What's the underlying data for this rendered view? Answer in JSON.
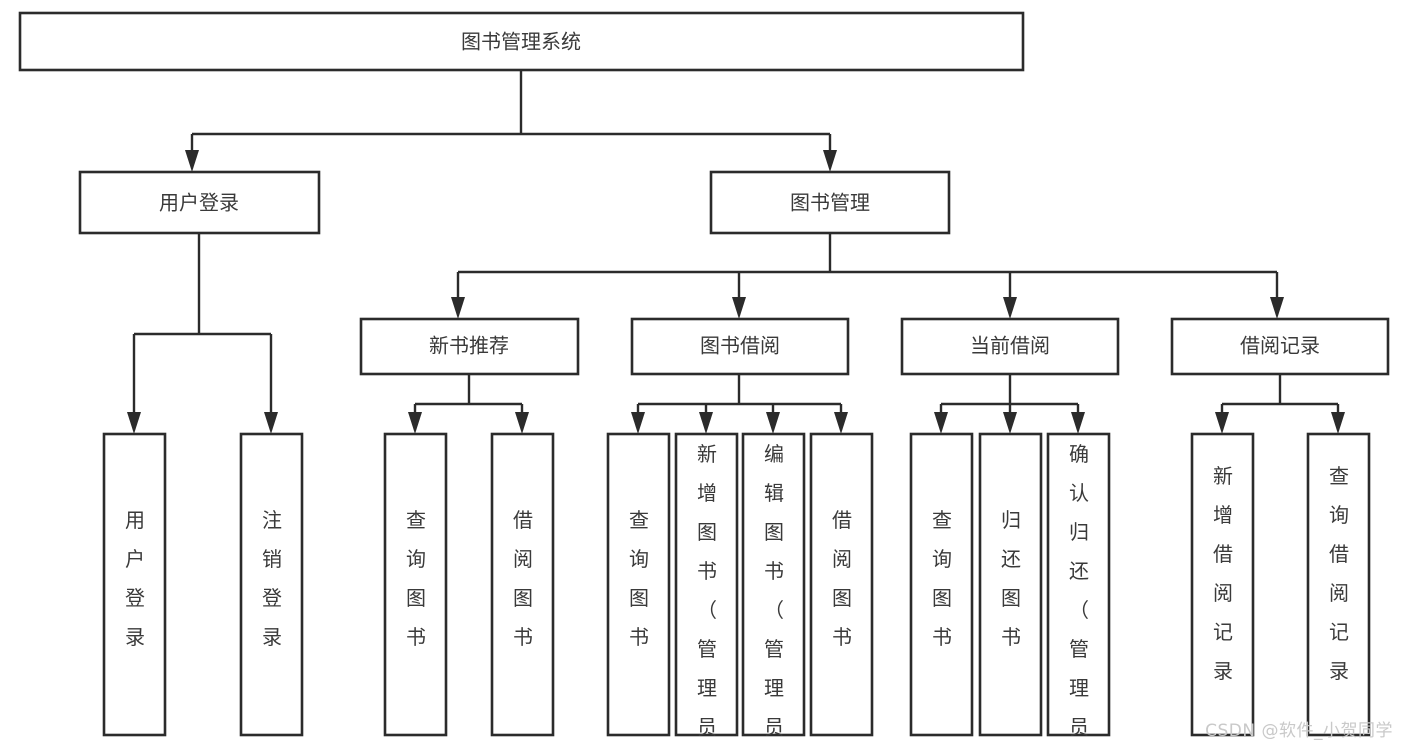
{
  "diagram": {
    "type": "tree",
    "title": "图书管理系统",
    "watermark": "CSDN @软件_小贺同学",
    "colors": {
      "box_stroke": "#2b2b2b",
      "box_fill": "#ffffff",
      "text": "#3a3a3a",
      "connector": "#2b2b2b",
      "watermark": "#c9c9c9",
      "background": "#ffffff"
    },
    "nodes": {
      "root": {
        "label": "图书管理系统"
      },
      "level1": [
        {
          "label": "用户登录"
        },
        {
          "label": "图书管理"
        }
      ],
      "level2": [
        {
          "label": "新书推荐"
        },
        {
          "label": "图书借阅"
        },
        {
          "label": "当前借阅"
        },
        {
          "label": "借阅记录"
        }
      ],
      "leaves_user_login": [
        {
          "label": "用户登录"
        },
        {
          "label": "注销登录"
        }
      ],
      "leaves_new_book": [
        {
          "label": "查询图书"
        },
        {
          "label": "借阅图书"
        }
      ],
      "leaves_borrow": [
        {
          "label": "查询图书"
        },
        {
          "label": "新增图书（管理员）"
        },
        {
          "label": "编辑图书（管理员）"
        },
        {
          "label": "借阅图书"
        }
      ],
      "leaves_current": [
        {
          "label": "查询图书"
        },
        {
          "label": "归还图书"
        },
        {
          "label": "确认归还（管理员）"
        }
      ],
      "leaves_records": [
        {
          "label": "新增借阅记录"
        },
        {
          "label": "查询借阅记录"
        }
      ]
    }
  }
}
